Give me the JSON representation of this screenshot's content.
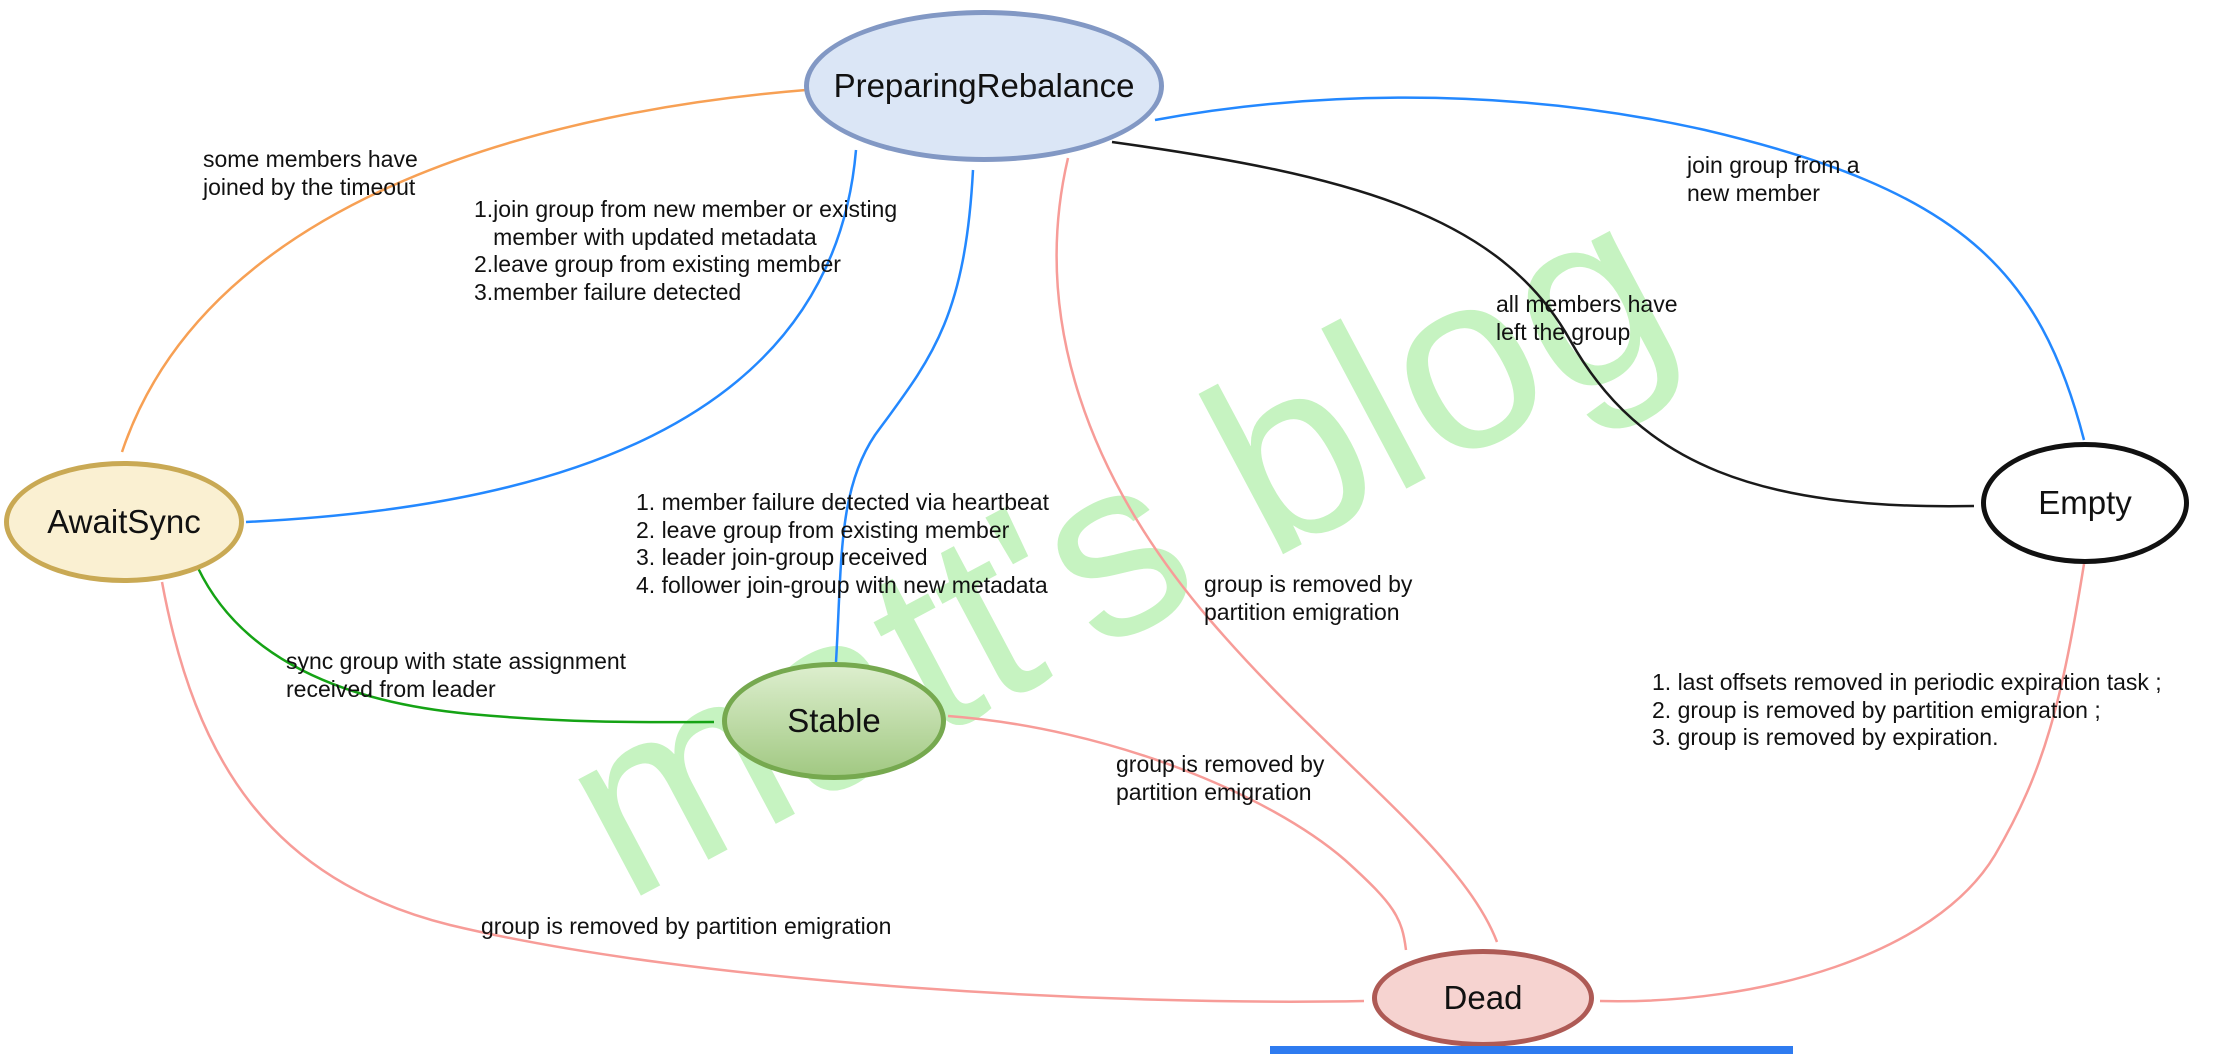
{
  "watermark": {
    "text": "matt's blog",
    "color": "#c6f3c1"
  },
  "nodes": {
    "preparing_rebalance": {
      "label": "PreparingRebalance",
      "fill": "#dbe6f6",
      "border": "#8298c4"
    },
    "await_sync": {
      "label": "AwaitSync",
      "fill": "#faf0d2",
      "border": "#c9a954"
    },
    "empty": {
      "label": "Empty",
      "fill": "#ffffff",
      "border": "#111111"
    },
    "stable": {
      "label": "Stable",
      "fill_top": "#dceecd",
      "fill_bottom": "#a2c983",
      "border": "#76a94f"
    },
    "dead": {
      "label": "Dead",
      "fill": "#f6d3d0",
      "border": "#ae5a55"
    }
  },
  "edge_labels": {
    "pr_to_awaitsync": [
      "some members have",
      "joined by the timeout"
    ],
    "awaitsync_to_pr": [
      "1.join group from new member or existing",
      "   member with updated metadata",
      "2.leave group from existing member",
      "3.member failure detected"
    ],
    "stable_to_pr": [
      "1. member failure detected via heartbeat",
      "2. leave group from existing member",
      "3. leader join-group received",
      "4. follower join-group with new metadata"
    ],
    "empty_to_pr": [
      "join group from a",
      "new member"
    ],
    "pr_to_empty": [
      "all members have",
      "left the group"
    ],
    "pr_to_dead": [
      "group is removed by",
      "partition emigration"
    ],
    "awaitsync_to_stable": [
      "sync group with state assignment",
      "received from leader"
    ],
    "stable_to_dead": [
      "group is removed by",
      "partition emigration"
    ],
    "awaitsync_to_dead": [
      "group is removed by partition emigration"
    ],
    "empty_to_dead": [
      "1. last offsets removed in periodic expiration task ;",
      "2. group is removed by partition emigration ;",
      "3. group is removed by expiration."
    ]
  },
  "edge_colors": {
    "blue": "#2388ff",
    "orange": "#f7a054",
    "green": "#15a315",
    "pink": "#f79c98",
    "black": "#1a1a1a"
  }
}
